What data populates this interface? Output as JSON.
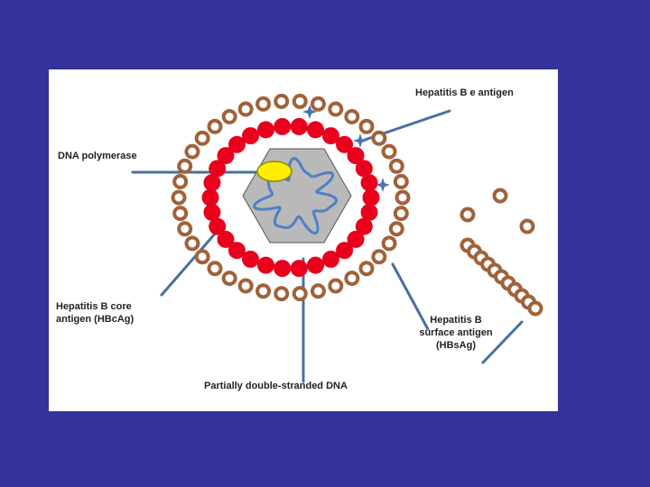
{
  "colors": {
    "background": "#333399",
    "panel": "#ffffff",
    "surface_antigen": "#a0623a",
    "core_antigen": "#e8001c",
    "capsid": "#b9b9b9",
    "dna_strand": "#4f7fc8",
    "polymerase": "#ffee00",
    "e_antigen": "#4a73b0",
    "leader_line": "#4a6fa0"
  },
  "labels": {
    "e_antigen": "Hepatitis B e antigen",
    "dna_polymerase": "DNA polymerase",
    "core_antigen": "Hepatitis B core\nantigen (HBcAg)",
    "surface_antigen": "Hepatitis B\nsurface antigen\n(HBsAg)",
    "dna": "Partially double-stranded DNA"
  },
  "icons": {
    "surface_particle": "ring",
    "core_particle": "filled-circle",
    "e_antigen": "four-point-star"
  }
}
